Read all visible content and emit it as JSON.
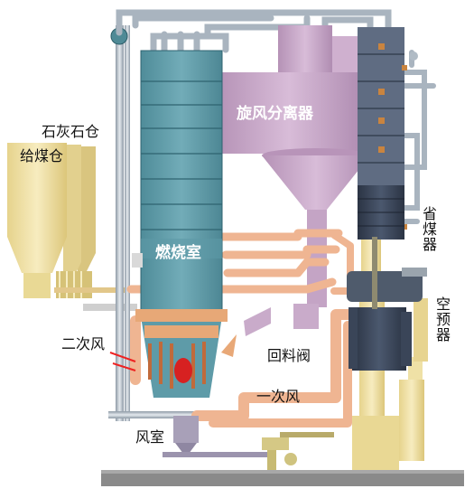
{
  "labels": {
    "limestone_bin": "石灰石仓",
    "coal_bin": "给煤仓",
    "cyclone": "旋风分离器",
    "furnace": "燃烧室",
    "economizer": "省煤器",
    "air_preheater": "空预器",
    "secondary_air": "二次风",
    "return_valve": "回料阀",
    "primary_air": "一次风",
    "wind_box": "风室"
  },
  "colors": {
    "furnace": "#5e9ba8",
    "cyclone": "#c9a8c9",
    "pipe": "#b8c2cc",
    "duct": "#f0b693",
    "yellow": "#f2e3a6",
    "economizer": "#3a4558",
    "preheater": "#5a6676",
    "ground": "#8a8a8a"
  }
}
